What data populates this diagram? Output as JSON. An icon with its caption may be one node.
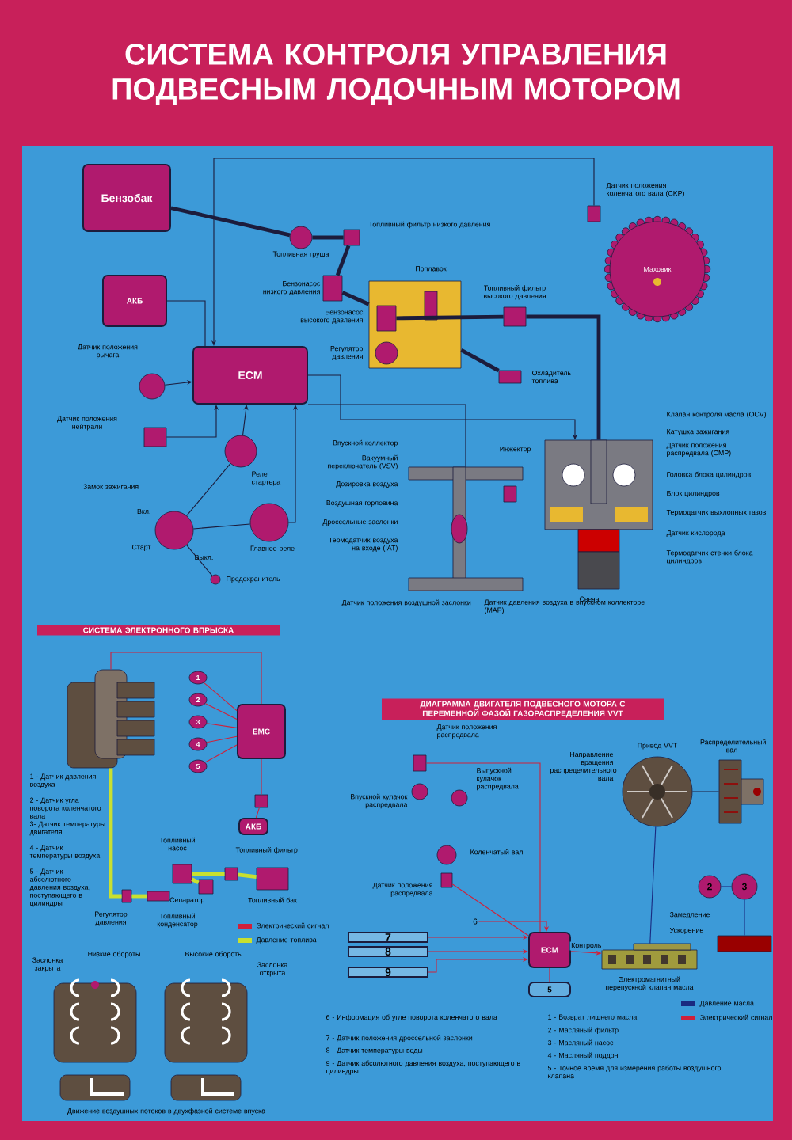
{
  "diagram": {
    "title": "СИСТЕМА КОНТРОЛЯ УПРАВЛЕНИЯ ПОДВЕСНЫМ ЛОДОЧНЫМ МОТОРОМ",
    "nodes": [
      {
        "text": [
          "Бензобак"
        ]
      },
      {
        "text": [
          "АКБ"
        ]
      },
      {
        "text": [
          "ECM"
        ]
      },
      {
        "text": [],
        "shape": "circle",
        "beside": [
          "Датчик положения рычага"
        ]
      },
      {
        "text": [],
        "shape": "box",
        "beside": [
          "Датчик положения нейтрали"
        ]
      },
      {
        "text": [],
        "shape": "circle",
        "beside": [
          "Реле стартера"
        ]
      },
      {
        "text": [],
        "shape": "circle",
        "beside": [
          "Замок зажигания",
          "Вкл.",
          "Старт",
          "Выкл."
        ]
      },
      {
        "text": [],
        "shape": "circle",
        "beside": [
          "Главное реле"
        ]
      },
      {
        "text": [],
        "shape": "circle",
        "beside": [
          "Предохранитель"
        ]
      },
      {
        "text": [],
        "shape": "circle",
        "beside": [
          "Топливная груша"
        ]
      },
      {
        "text": [],
        "shape": "box",
        "beside": [
          "Топливный фильтр низкого давления"
        ]
      },
      {
        "text": [],
        "shape": "box",
        "beside": [
          "Бензонасос низкого давления"
        ]
      },
      {
        "text": [],
        "shape": "box"
      },
      {
        "text": [],
        "shape": "box",
        "in": 12,
        "beside": [
          "Поплавок"
        ]
      },
      {
        "text": [],
        "shape": "box",
        "in": 12,
        "beside": [
          "Бензонасос высокого давления"
        ]
      },
      {
        "text": [],
        "shape": "circle",
        "in": 12,
        "beside": [
          "Регулятор давления"
        ]
      },
      {
        "text": [],
        "shape": "box",
        "beside": [
          "Топливный фильтр высокого давления"
        ]
      },
      {
        "text": [],
        "shape": "box",
        "beside": [
          "Охладитель топлива"
        ]
      },
      {
        "text": [
          "Маховик"
        ]
      },
      {
        "text": [],
        "shape": "box",
        "beside": [
          "Датчик положения коленчатого вала (CKP)"
        ]
      },
      {
        "text": [],
        "shape": "picture",
        "beside": [
          "Клапан контроля масла (OCV)",
          "Катушка зажигания",
          "Датчик положения распредвала (CMP)",
          "Головка блока цилиндров",
          "Блок цилиндров",
          "Термодатчик выхлопных газов",
          "Датчик кислорода",
          "Свеча",
          "Термодатчик стенки блока цилиндров",
          "Инжектор"
        ]
      },
      {
        "text": [],
        "shape": "picture",
        "beside": [
          "Впускной коллектор",
          "Вакуумный переключатель (VSV)",
          "Дозировка воздуха",
          "Воздушная горловина",
          "Дроссельные заслонки",
          "Термодатчик воздуха на входе (IAT)",
          "Датчик положения воздушной заслонки",
          "Датчик давления воздуха в впускном коллекторе (MAP)"
        ]
      },
      {
        "text": [
          "EMC"
        ]
      },
      {
        "text": [],
        "shape": "picture"
      },
      {
        "text": [
          "1"
        ]
      },
      {
        "text": [
          "2"
        ]
      },
      {
        "text": [
          "3"
        ]
      },
      {
        "text": [
          "4"
        ]
      },
      {
        "text": [
          "5"
        ]
      },
      {
        "text": [
          "АКБ"
        ]
      },
      {
        "text": [],
        "shape": "box"
      },
      {
        "text": [],
        "shape": "box",
        "beside": [
          "Топливный насос"
        ]
      },
      {
        "text": [],
        "shape": "box",
        "beside": [
          "Сепаратор"
        ]
      },
      {
        "text": [],
        "shape": "box",
        "beside": [
          "Топливный фильтр"
        ]
      },
      {
        "text": [],
        "shape": "box",
        "beside": [
          "Топливный бак"
        ]
      },
      {
        "text": [],
        "shape": "box",
        "beside": [
          "Регулятор давления"
        ]
      },
      {
        "text": [],
        "shape": "box",
        "beside": [
          "Топливный конденсатор"
        ]
      },
      {
        "text": [],
        "shape": "box",
        "beside": [
          "Датчик положения распредвала"
        ]
      },
      {
        "text": [],
        "shape": "circle",
        "beside": [
          "Впускной кулачок распредвала"
        ]
      },
      {
        "text": [],
        "shape": "circle",
        "beside": [
          "Выпускной кулачок распредвала"
        ]
      },
      {
        "text": [],
        "shape": "circle",
        "beside": [
          "Коленчатый вал"
        ]
      },
      {
        "text": [],
        "shape": "box",
        "beside": [
          "Датчик положения распредвала"
        ]
      },
      {
        "text": [
          "ECM"
        ]
      },
      {
        "text": [
          "5"
        ]
      },
      {
        "text": [
          "6"
        ]
      },
      {
        "text": [
          "7"
        ]
      },
      {
        "text": [
          "8"
        ]
      },
      {
        "text": [
          "9"
        ]
      },
      {
        "text": [],
        "shape": "picture",
        "beside": [
          "Привод VVT",
          "Направление вращения распределительного вала"
        ]
      },
      {
        "text": [],
        "shape": "picture",
        "beside": [
          "Распределительный вал"
        ]
      },
      {
        "text": [],
        "shape": "picture",
        "beside": [
          "Электромагнитный перепускной клапан масла"
        ]
      },
      {
        "text": [
          "2"
        ]
      },
      {
        "text": [
          "3"
        ]
      },
      {
        "text": [],
        "shape": "box"
      }
    ],
    "edges": [
      {
        "from": 0,
        "to": 9,
        "arrow": "none",
        "style": "thick"
      },
      {
        "from": 9,
        "to": 10,
        "arrow": "none",
        "style": "thick"
      },
      {
        "from": 10,
        "to": 11,
        "arrow": "none",
        "style": "thick"
      },
      {
        "from": 11,
        "to": 12,
        "arrow": "none",
        "style": "thick"
      },
      {
        "from": 14,
        "to": 16,
        "arrow": "none",
        "style": "thick"
      },
      {
        "from": 16,
        "to": 20,
        "arrow": "none",
        "style": "thick"
      },
      {
        "from": 12,
        "to": 17,
        "arrow": "none",
        "style": "thick"
      },
      {
        "from": 1,
        "to": 2,
        "arrow": "none"
      },
      {
        "from": 3,
        "to": 2,
        "arrow": "to"
      },
      {
        "from": 4,
        "to": 2,
        "arrow": "to"
      },
      {
        "from": 5,
        "to": 2,
        "arrow": "to"
      },
      {
        "from": 7,
        "to": 2,
        "arrow": "to"
      },
      {
        "from": 6,
        "to": 5,
        "arrow": "none"
      },
      {
        "from": 6,
        "to": 7,
        "arrow": "none"
      },
      {
        "from": 8,
        "to": 6,
        "arrow": "none"
      },
      {
        "from": 19,
        "to": 2,
        "arrow": "to"
      },
      {
        "from": 2,
        "to": 20,
        "arrow": "to"
      },
      {
        "from": 2,
        "to": 21,
        "arrow": "none"
      },
      {
        "from": 24,
        "to": 22,
        "arrow": "none",
        "color": "#d0203a"
      },
      {
        "from": 25,
        "to": 22,
        "arrow": "none",
        "color": "#d0203a"
      },
      {
        "from": 26,
        "to": 22,
        "arrow": "none",
        "color": "#d0203a"
      },
      {
        "from": 27,
        "to": 22,
        "arrow": "none",
        "color": "#d0203a"
      },
      {
        "from": 28,
        "to": 22,
        "arrow": "none",
        "color": "#d0203a"
      },
      {
        "from": 23,
        "to": 22,
        "arrow": "none",
        "color": "#d0203a"
      },
      {
        "from": 22,
        "to": 30,
        "arrow": "none",
        "color": "#d0203a"
      },
      {
        "from": 30,
        "to": 29,
        "arrow": "none",
        "color": "#d0203a"
      },
      {
        "from": 31,
        "to": 33,
        "arrow": "none",
        "style": "thick",
        "color": "#c8e030"
      },
      {
        "from": 33,
        "to": 34,
        "arrow": "none",
        "style": "thick",
        "color": "#c8e030"
      },
      {
        "from": 32,
        "to": 31,
        "arrow": "none",
        "style": "thick",
        "color": "#c8e030"
      },
      {
        "from": 35,
        "to": 36,
        "arrow": "none",
        "style": "thick",
        "color": "#c8e030"
      },
      {
        "from": 37,
        "to": 42,
        "arrow": "none",
        "color": "#d0203a"
      },
      {
        "from": 41,
        "to": 42,
        "arrow": "none",
        "color": "#d0203a"
      },
      {
        "from": 44,
        "to": 42,
        "arrow": "to",
        "color": "#d0203a"
      },
      {
        "from": 45,
        "to": 42,
        "arrow": "to",
        "color": "#d0203a"
      },
      {
        "from": 46,
        "to": 42,
        "arrow": "to",
        "color": "#d0203a"
      },
      {
        "from": 47,
        "to": 42,
        "arrow": "to",
        "color": "#d0203a"
      },
      {
        "from": 43,
        "to": 42,
        "arrow": "none",
        "color": "#d0203a"
      },
      {
        "from": 42,
        "to": 50,
        "arrow": "to",
        "label": "Контроль",
        "color": "#d0203a"
      },
      {
        "from": 50,
        "to": 48,
        "arrow": "none",
        "color": "#1a2a80"
      },
      {
        "from": 51,
        "to": 52,
        "arrow": "none",
        "color": "#1a2a80"
      },
      {
        "from": 52,
        "to": 53,
        "arrow": "none",
        "color": "#1a2a80"
      },
      {
        "from": 48,
        "to": 49,
        "arrow": "none"
      },
      {
        "from": 23,
        "to": 35,
        "arrow": "none",
        "style": "thick",
        "color": "#c8e030"
      }
    ],
    "labels": [
      "СИСТЕМА ЭЛЕКТРОННОГО ВПРЫСКА",
      "1 - Датчик давления воздуха",
      "2 - Датчик угла поворота коленчатого вала",
      "3- Датчик температуры двигателя",
      "4 - Датчик температуры воздуха",
      "5 - Датчик абсолютного давления воздуха, поступающего в цилиндры",
      "Заслонка закрыта",
      "Низкие обороты",
      "Высокие обороты",
      "Заслонка открыта",
      "Движение воздушных потоков в двухфазной системе впуска",
      "ДИАГРАММА ДВИГАТЕЛЯ ПОДВЕСНОГО МОТОРА С ПЕРЕМЕННОЙ ФАЗОЙ ГАЗОРАСПРЕДЕЛЕНИЯ VVT",
      "Замедление",
      "Ускорение",
      "6 - Информация об угле поворота коленчатого вала",
      "7 - Датчик положения дроссельной заслонки",
      "8 - Датчик температуры воды",
      "9 - Датчик абсолютного давления воздуха, поступающего в цилиндры",
      "1 - Возврат лишнего масла",
      "2 - Масляный фильтр",
      "3 - Масляный насос",
      "4 - Масляный поддон",
      "5 - Точное время для измерения работы воздушного клапана"
    ],
    "legend": [
      {
        "text": "Электрический сигнал",
        "color": "#d0203a"
      },
      {
        "text": "Давление топлива",
        "color": "#c8e030"
      },
      {
        "text": "Давление масла",
        "color": "#1a2a80"
      },
      {
        "text": "Электрический сигнал",
        "color": "#d0203a"
      }
    ]
  }
}
